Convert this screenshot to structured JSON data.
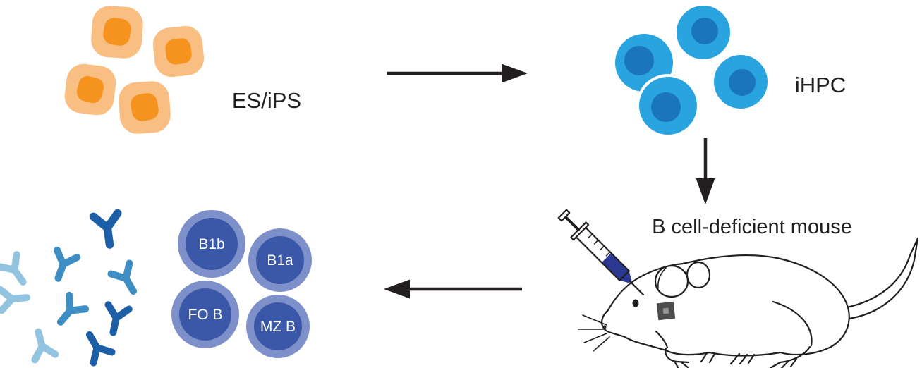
{
  "labels": {
    "es_ips": "ES/iPS",
    "ihpc": "iHPC",
    "mouse": "B cell-deficient mouse"
  },
  "b_cells": [
    {
      "label": "B1b"
    },
    {
      "label": "B1a"
    },
    {
      "label": "FO B"
    },
    {
      "label": "MZ B"
    }
  ],
  "icons": {
    "es_cell": "stem-cell-blob",
    "ihpc_cell": "round-progenitor-cell",
    "antibody": "y-shaped-antibody",
    "arrow": "straight-black-arrow",
    "mouse": "line-art-mouse",
    "syringe": "injection-syringe"
  },
  "colors": {
    "orange_cell_body": "#F9BE81",
    "orange_cell_nucleus": "#F6921E",
    "blue_cell_body": "#29A4DF",
    "blue_cell_nucleus": "#1B75BB",
    "b_cell_outer": "#7D90C9",
    "b_cell_inner": "#3B57A8",
    "antibody_light": "#92C4E0",
    "antibody_medium": "#3E8EC4",
    "antibody_dark": "#1C5FA6",
    "line": "#231F20",
    "syringe_liquid": "#2B3990",
    "patch": "#4D4D4F",
    "patch_center": "#939598"
  }
}
